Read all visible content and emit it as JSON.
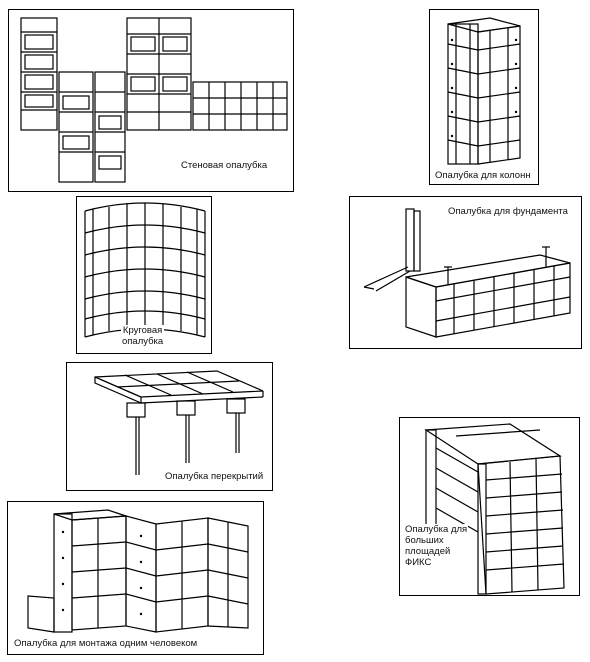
{
  "panels": {
    "wall": {
      "caption": "Стеновая опалубка"
    },
    "column": {
      "caption": "Опалубка для колонн"
    },
    "circular": {
      "caption": "Круговая\nопалубка"
    },
    "foundation": {
      "caption": "Опалубка для фундамента"
    },
    "slab": {
      "caption": "Опалубка перекрытий"
    },
    "large_area": {
      "caption": "Опалубка для\nбольших\nплощадей\nФИКС"
    },
    "single_person": {
      "caption": "Опалубка для монтажа одним человеком"
    }
  }
}
